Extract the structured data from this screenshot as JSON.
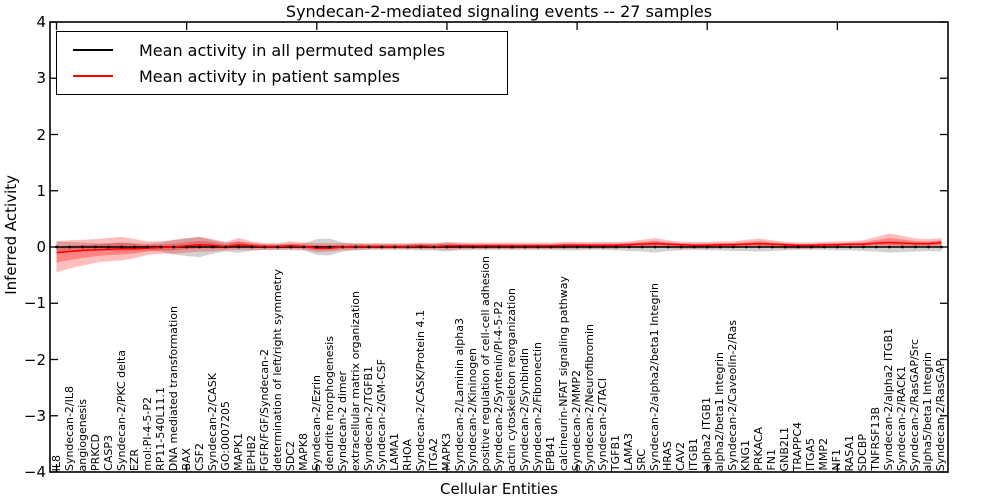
{
  "figure": {
    "title": "Syndecan-2-mediated signaling events -- 27 samples",
    "xlabel": "Cellular Entities",
    "ylabel": "Inferred Activity"
  },
  "legend": {
    "position": "upper left",
    "entries": [
      {
        "label": "Mean activity in all permuted samples",
        "color": "#000000"
      },
      {
        "label": "Mean activity in patient samples",
        "color": "#ff0000"
      }
    ]
  },
  "chart_data": {
    "type": "line",
    "title": "Syndecan-2-mediated signaling events -- 27 samples",
    "xlabel": "Cellular Entities",
    "ylabel": "Inferred Activity",
    "ylim": [
      -4,
      4
    ],
    "yticks": [
      4,
      3,
      2,
      1,
      0,
      -1,
      -2,
      -3,
      -4
    ],
    "xtick_positions": [
      0,
      10,
      20,
      30,
      40,
      50,
      60
    ],
    "grid": false,
    "legend_position": "upper left",
    "colors": {
      "permuted_line": "#000000",
      "permuted_band": "#8a8a8a",
      "patient_line": "#ff0000",
      "patient_band": "#ff0000"
    },
    "categories": [
      "IL8",
      "Syndecan-2/IL8",
      "angiogenesis",
      "PRKCD",
      "CASP3",
      "Syndecan-2/PKC delta",
      "EZR",
      "mol:PI-4-5-P2",
      "RP11-540L11.1",
      "DNA mediated transformation",
      "BAX",
      "CSF2",
      "Syndecan-2/CASK",
      "GO:0007205",
      "MAPK1",
      "EPHB2",
      "FGFR/FGF/Syndecan-2",
      "determination of left/right symmetry",
      "SDC2",
      "MAPK8",
      "Syndecan-2/Ezrin",
      "dendrite morphogenesis",
      "Syndecan-2 dimer",
      "extracellular matrix organization",
      "Syndecan-2/TGFB1",
      "Syndecan-2/GM-CSF",
      "LAMA1",
      "RHOA",
      "Syndecan-2/CASK/Protein 4.1",
      "ITGA2",
      "MAPK3",
      "Syndecan-2/Laminin alpha3",
      "Syndecan-2/Kininogen",
      "positive regulation of cell-cell adhesion",
      "Syndecan-2/Syntenin/PI-4-5-P2",
      "actin cytoskeleton reorganization",
      "Syndecan-2/Synbindin",
      "Syndecan-2/Fibronectin",
      "EPB41",
      "calcineurin-NFAT signaling pathway",
      "Syndecan-2/MMP2",
      "Syndecan-2/Neurofibromin",
      "Syndecan-2/TACI",
      "TGFB1",
      "LAMA3",
      "SRC",
      "Syndecan-2/alpha2/beta1 Integrin",
      "HRAS",
      "CAV2",
      "ITGB1",
      "alpha2 ITGB1",
      "alpha2/beta1 Integrin",
      "Syndecan-2/Caveolin-2/Ras",
      "KNG1",
      "PRKACA",
      "FN1",
      "GNB2L1",
      "TRAPPC4",
      "ITGA5",
      "MMP2",
      "NF1",
      "RASA1",
      "SDCBP",
      "TNFRSF13B",
      "Syndecan-2/alpha2 ITGB1",
      "Syndecan-2/RACK1",
      "Syndecan-2/RasGAP/Src",
      "alpha5/beta1 Integrin",
      "Syndecan-2/RasGAP"
    ],
    "series": [
      {
        "name": "Mean activity in all permuted samples",
        "color": "#000000",
        "values": [
          0,
          0,
          0,
          0,
          0,
          0,
          0,
          0,
          0,
          0,
          0,
          0,
          0,
          0,
          0,
          0,
          0,
          0,
          0,
          0,
          0,
          0,
          0,
          0,
          0,
          0,
          0,
          0,
          0,
          0,
          0,
          0,
          0,
          0,
          0,
          0,
          0,
          0,
          0,
          0,
          0,
          0,
          0,
          0,
          0,
          0,
          0,
          0,
          0,
          0,
          0,
          0,
          0,
          0,
          0,
          0,
          0,
          0,
          0,
          0,
          0,
          0,
          0,
          0,
          0,
          0,
          0,
          0,
          0
        ],
        "band_half_width": [
          0.1,
          0.09,
          0.08,
          0.07,
          0.07,
          0.08,
          0.07,
          0.06,
          0.08,
          0.13,
          0.16,
          0.18,
          0.12,
          0.08,
          0.1,
          0.07,
          0.05,
          0.05,
          0.06,
          0.06,
          0.14,
          0.15,
          0.08,
          0.06,
          0.05,
          0.05,
          0.05,
          0.05,
          0.06,
          0.06,
          0.08,
          0.06,
          0.05,
          0.05,
          0.05,
          0.05,
          0.05,
          0.05,
          0.05,
          0.06,
          0.06,
          0.05,
          0.05,
          0.06,
          0.07,
          0.08,
          0.1,
          0.07,
          0.06,
          0.05,
          0.06,
          0.06,
          0.07,
          0.07,
          0.08,
          0.07,
          0.06,
          0.05,
          0.05,
          0.05,
          0.06,
          0.06,
          0.07,
          0.08,
          0.1,
          0.09,
          0.08,
          0.07,
          0.08
        ]
      },
      {
        "name": "Mean activity in patient samples",
        "color": "#ff0000",
        "values": [
          -0.1,
          -0.08,
          -0.06,
          -0.05,
          -0.04,
          -0.03,
          -0.03,
          -0.02,
          -0.01,
          0.0,
          0.02,
          0.04,
          0.03,
          0.01,
          0.04,
          0.02,
          0.01,
          0.01,
          0.02,
          0.01,
          -0.02,
          -0.02,
          0.0,
          0.01,
          0.01,
          0.01,
          0.01,
          0.01,
          0.02,
          0.01,
          0.02,
          0.02,
          0.02,
          0.02,
          0.02,
          0.02,
          0.02,
          0.02,
          0.02,
          0.03,
          0.03,
          0.03,
          0.03,
          0.03,
          0.04,
          0.05,
          0.06,
          0.05,
          0.04,
          0.03,
          0.03,
          0.04,
          0.04,
          0.05,
          0.06,
          0.05,
          0.04,
          0.03,
          0.03,
          0.04,
          0.04,
          0.05,
          0.05,
          0.07,
          0.08,
          0.07,
          0.06,
          0.06,
          0.08
        ],
        "band_low": [
          -0.45,
          -0.38,
          -0.33,
          -0.28,
          -0.25,
          -0.24,
          -0.2,
          -0.14,
          -0.12,
          -0.12,
          -0.1,
          -0.08,
          -0.08,
          -0.06,
          -0.05,
          -0.05,
          -0.05,
          -0.05,
          -0.04,
          -0.05,
          -0.09,
          -0.08,
          -0.06,
          -0.05,
          -0.04,
          -0.04,
          -0.04,
          -0.04,
          -0.04,
          -0.04,
          -0.05,
          -0.04,
          -0.04,
          -0.04,
          -0.04,
          -0.04,
          -0.04,
          -0.04,
          -0.04,
          -0.03,
          -0.03,
          -0.03,
          -0.03,
          -0.03,
          -0.02,
          -0.02,
          -0.01,
          -0.02,
          -0.03,
          -0.03,
          -0.03,
          -0.02,
          -0.02,
          -0.01,
          -0.01,
          -0.02,
          -0.03,
          -0.03,
          -0.03,
          -0.02,
          -0.02,
          -0.02,
          -0.01,
          0.0,
          0.0,
          -0.01,
          -0.01,
          0.0,
          0.0
        ],
        "band_high": [
          0.1,
          0.12,
          0.13,
          0.14,
          0.16,
          0.18,
          0.14,
          0.1,
          0.1,
          0.12,
          0.15,
          0.18,
          0.14,
          0.09,
          0.16,
          0.1,
          0.07,
          0.07,
          0.1,
          0.08,
          0.07,
          0.07,
          0.07,
          0.07,
          0.07,
          0.07,
          0.07,
          0.07,
          0.08,
          0.07,
          0.09,
          0.08,
          0.08,
          0.08,
          0.08,
          0.08,
          0.08,
          0.08,
          0.08,
          0.09,
          0.09,
          0.09,
          0.09,
          0.09,
          0.1,
          0.13,
          0.16,
          0.12,
          0.09,
          0.09,
          0.09,
          0.1,
          0.1,
          0.13,
          0.15,
          0.12,
          0.09,
          0.08,
          0.08,
          0.09,
          0.1,
          0.1,
          0.12,
          0.18,
          0.24,
          0.2,
          0.15,
          0.14,
          0.16
        ]
      }
    ]
  }
}
